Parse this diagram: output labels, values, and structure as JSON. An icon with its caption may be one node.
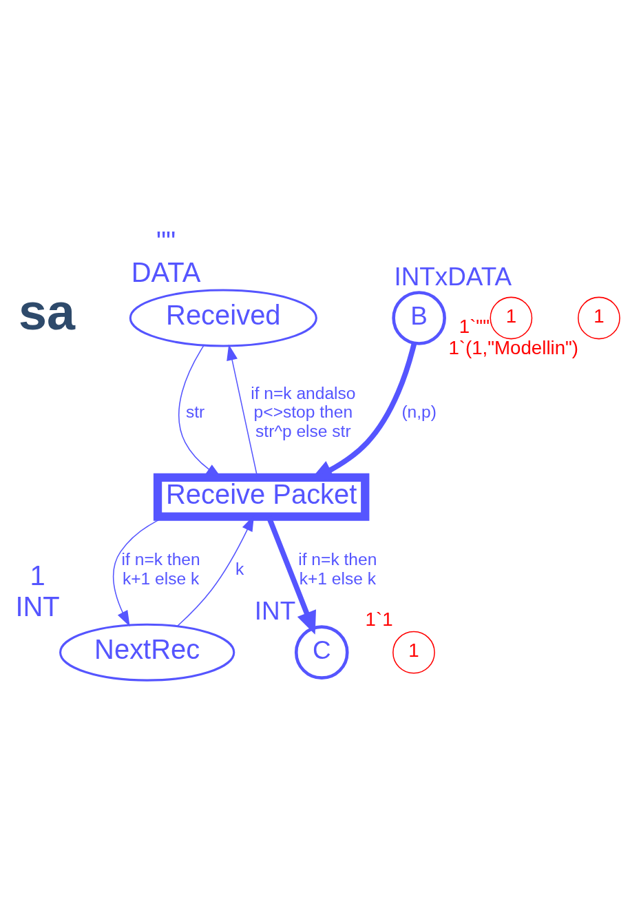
{
  "diagram": {
    "nodes": [
      {
        "text": [
          "Received"
        ],
        "beside": [
          "\"\"",
          "DATA"
        ]
      },
      {
        "text": [
          "B"
        ],
        "beside": [
          "INTxDATA"
        ]
      },
      {
        "text": [
          "Receive Packet"
        ]
      },
      {
        "text": [
          "NextRec"
        ],
        "beside": [
          "1",
          "INT"
        ]
      },
      {
        "text": [
          "C"
        ],
        "beside": [
          "INT"
        ]
      },
      {
        "text": [
          "1"
        ],
        "beside": [
          "1`\"\""
        ]
      },
      {
        "text": [
          "1"
        ],
        "beside": [
          "1`(1,\"Modellin\")"
        ]
      },
      {
        "text": [
          "1"
        ],
        "beside": [
          "1`1"
        ]
      }
    ],
    "edges": [
      {
        "from": 0,
        "to": 2,
        "arrow": "to",
        "label": "str"
      },
      {
        "from": 2,
        "to": 0,
        "arrow": "to",
        "label": "if n=k andalso p<>stop then str^p else str"
      },
      {
        "from": 1,
        "to": 2,
        "arrow": "to",
        "label": "(n,p)",
        "style": "thick"
      },
      {
        "from": 3,
        "to": 2,
        "arrow": "to",
        "label": "k"
      },
      {
        "from": 2,
        "to": 3,
        "arrow": "to",
        "label": "if n=k then k+1 else k"
      },
      {
        "from": 2,
        "to": 4,
        "arrow": "to",
        "label": "if n=k then k+1 else k",
        "style": "thick"
      }
    ],
    "labels": [
      "sa"
    ]
  }
}
